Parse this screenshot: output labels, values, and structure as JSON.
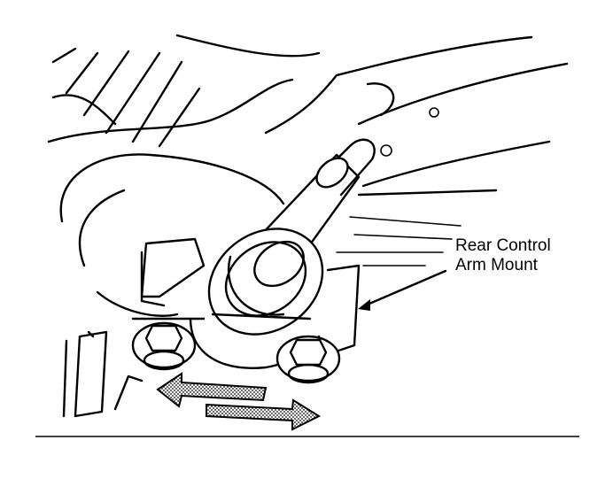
{
  "callout": {
    "line1": "Rear Control",
    "line2": "Arm Mount"
  },
  "icons": {
    "arrow_left": "stippled-double-arrow-left",
    "arrow_right": "stippled-double-arrow-right"
  }
}
